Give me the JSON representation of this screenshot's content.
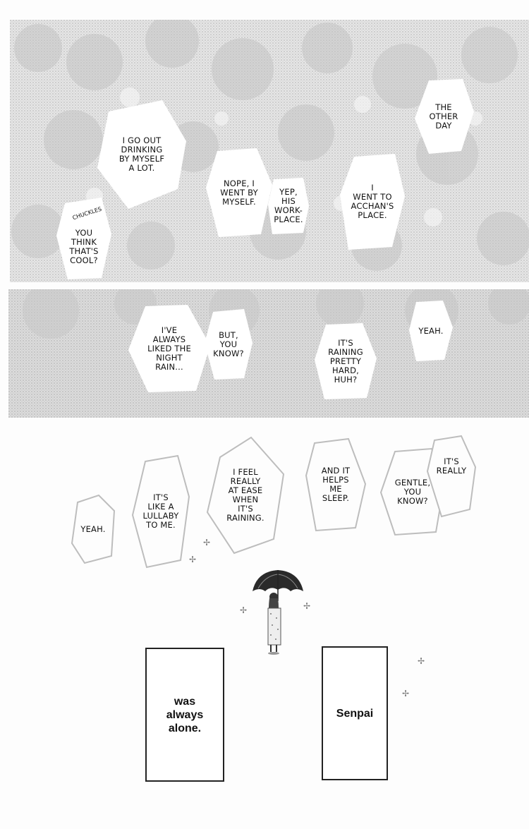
{
  "panels": [
    {
      "bubbles": [
        {
          "text": "THE\nOTHER\nDAY"
        },
        {
          "text": "I GO OUT\nDRINKING\nBY MYSELF\nA LOT."
        },
        {
          "text": "NOPE, I\nWENT BY\nMYSELF."
        },
        {
          "text": "YEP,\nHIS\nWORK-\nPLACE."
        },
        {
          "text": "I\nWENT TO\nACCHAN'S\nPLACE."
        },
        {
          "text": "YOU\nTHINK\nTHAT'S\nCOOL?"
        }
      ],
      "sfx": "CHUCKLES"
    },
    {
      "bubbles": [
        {
          "text": "I'VE\nALWAYS\nLIKED THE\nNIGHT\nRAIN..."
        },
        {
          "text": "BUT,\nYOU\nKNOW?"
        },
        {
          "text": "IT'S\nRAINING\nPRETTY\nHARD,\nHUH?"
        },
        {
          "text": "YEAH."
        }
      ]
    },
    {
      "bubbles": [
        {
          "text": "YEAH."
        },
        {
          "text": "IT'S\nLIKE A\nLULLABY\nTO ME."
        },
        {
          "text": "I FEEL\nREALLY\nAT EASE\nWHEN\nIT'S\nRAINING."
        },
        {
          "text": "AND IT\nHELPS\nME\nSLEEP."
        },
        {
          "text": "GENTLE,\nYOU\nKNOW?"
        },
        {
          "text": "IT'S\nREALLY"
        }
      ],
      "captions": [
        {
          "text": "was\nalways\nalone."
        },
        {
          "text": "Senpai"
        }
      ]
    }
  ]
}
